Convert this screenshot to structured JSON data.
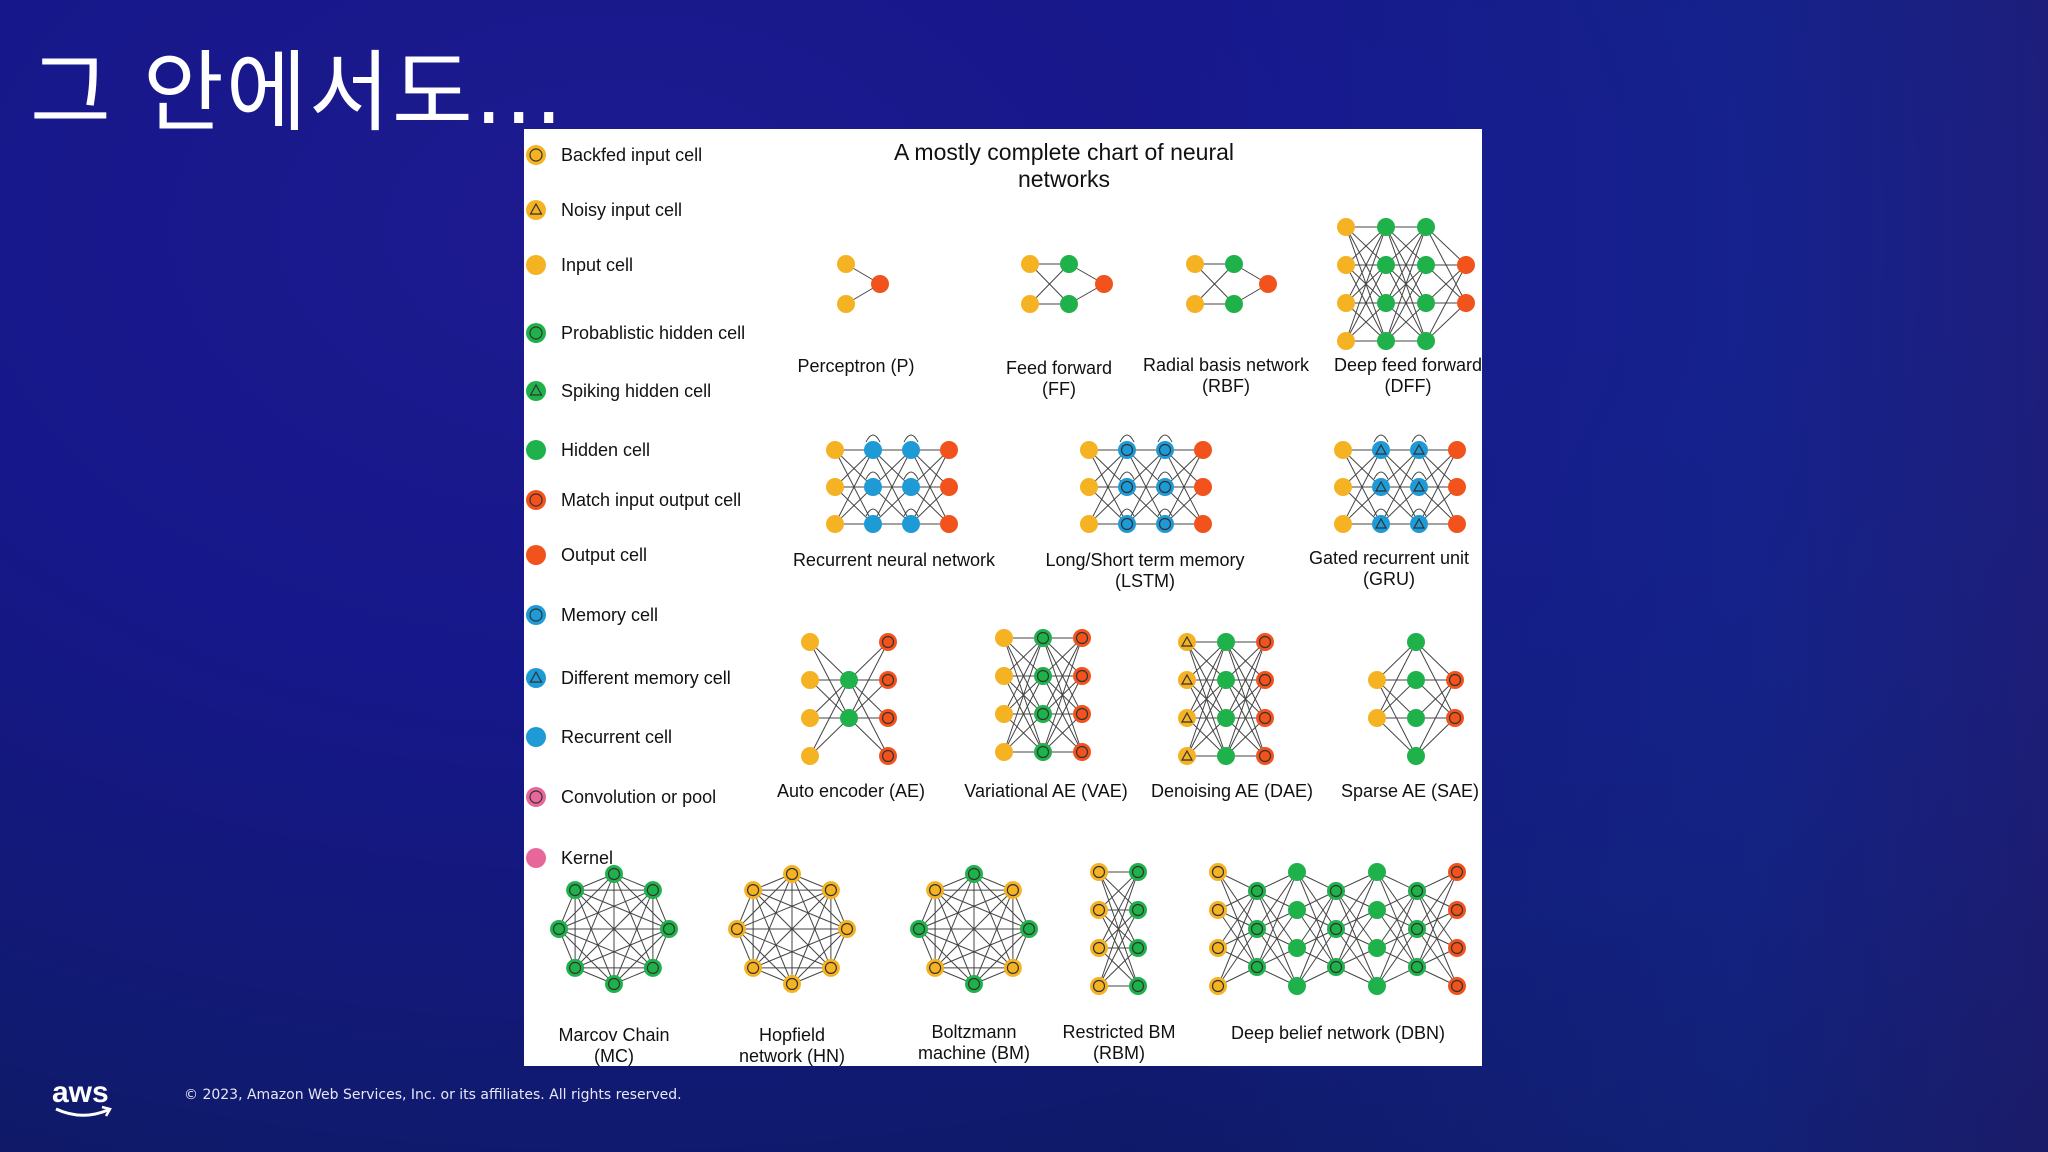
{
  "slide": {
    "title": "그 안에서도...",
    "footer": "© 2023, Amazon Web Services, Inc. or its affiliates. All rights reserved.",
    "logo_text": "aws"
  },
  "figure": {
    "title": "A mostly complete chart of neural networks",
    "legend": [
      {
        "label": "Backfed input cell",
        "icon": "backfed-input-cell",
        "fill": "#f5b324",
        "ring": true,
        "tri": false
      },
      {
        "label": "Noisy input cell",
        "icon": "noisy-input-cell",
        "fill": "#f5b324",
        "ring": false,
        "tri": true
      },
      {
        "label": "Input cell",
        "icon": "input-cell",
        "fill": "#f5b324",
        "ring": false,
        "tri": false
      },
      {
        "label": "Probablistic hidden cell",
        "icon": "probabilistic-hidden-cell",
        "fill": "#1fb24b",
        "ring": true,
        "tri": false
      },
      {
        "label": "Spiking hidden cell",
        "icon": "spiking-hidden-cell",
        "fill": "#1fb24b",
        "ring": false,
        "tri": true
      },
      {
        "label": "Hidden cell",
        "icon": "hidden-cell",
        "fill": "#1fb24b",
        "ring": false,
        "tri": false
      },
      {
        "label": "Match input output cell",
        "icon": "match-input-output-cell",
        "fill": "#f2531c",
        "ring": true,
        "tri": false
      },
      {
        "label": "Output cell",
        "icon": "output-cell",
        "fill": "#f2531c",
        "ring": false,
        "tri": false
      },
      {
        "label": "Memory cell",
        "icon": "memory-cell",
        "fill": "#1e9ad6",
        "ring": true,
        "tri": false
      },
      {
        "label": "Different memory cell",
        "icon": "different-memory-cell",
        "fill": "#1e9ad6",
        "ring": false,
        "tri": true
      },
      {
        "label": "Recurrent cell",
        "icon": "recurrent-cell",
        "fill": "#1e9ad6",
        "ring": false,
        "tri": false
      },
      {
        "label": "Convolution or pool",
        "icon": "convolution-pool-cell",
        "fill": "#e8679b",
        "ring": true,
        "tri": false
      },
      {
        "label": "Kernel",
        "icon": "kernel-cell",
        "fill": "#e8679b",
        "ring": false,
        "tri": false
      }
    ],
    "networks": [
      {
        "label": "Perceptron (P)"
      },
      {
        "label": "Feed forward\n(FF)"
      },
      {
        "label": "Radial basis network\n(RBF)"
      },
      {
        "label": "Deep feed forward\n(DFF)"
      },
      {
        "label": "Recurrent neural network"
      },
      {
        "label": "Long/Short term memory\n(LSTM)"
      },
      {
        "label": "Gated recurrent unit\n(GRU)"
      },
      {
        "label": "Auto encoder (AE)"
      },
      {
        "label": "Variational AE (VAE)"
      },
      {
        "label": "Denoising AE (DAE)"
      },
      {
        "label": "Sparse AE (SAE)"
      },
      {
        "label": "Marcov Chain\n(MC)"
      },
      {
        "label": "Hopfield\nnetwork (HN)"
      },
      {
        "label": "Boltzmann\nmachine (BM)"
      },
      {
        "label": "Restricted BM\n(RBM)"
      },
      {
        "label": "Deep belief network (DBN)"
      }
    ]
  }
}
